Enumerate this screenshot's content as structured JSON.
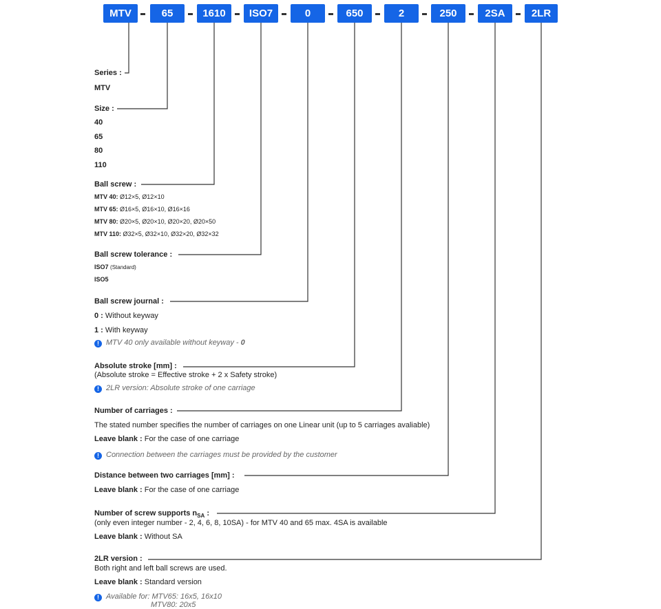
{
  "code": [
    "MTV",
    "65",
    "1610",
    "ISO7",
    "0",
    "650",
    "2",
    "250",
    "2SA",
    "2LR"
  ],
  "series": {
    "label": "Series :",
    "options": [
      "MTV"
    ]
  },
  "size": {
    "label": "Size :",
    "options": [
      "40",
      "65",
      "80",
      "110"
    ]
  },
  "ball_screw": {
    "label": "Ball screw :",
    "rows": [
      {
        "key": "MTV 40:",
        "value": "Ø12×5, Ø12×10"
      },
      {
        "key": "MTV 65:",
        "value": "Ø16×5, Ø16×10, Ø16×16"
      },
      {
        "key": "MTV 80:",
        "value": "Ø20×5, Ø20×10, Ø20×20, Ø20×50"
      },
      {
        "key": "MTV 110:",
        "value": "Ø32×5, Ø32×10, Ø32×20, Ø32×32"
      }
    ]
  },
  "tolerance": {
    "label": "Ball screw tolerance :",
    "opt1": "ISO7",
    "opt1_note": "(Standard)",
    "opt2": "ISO5"
  },
  "journal": {
    "label": "Ball screw journal :",
    "opt0_key": "0 :",
    "opt0_text": "Without keyway",
    "opt1_key": "1 :",
    "opt1_text": "With keyway",
    "note": "MTV 40 only available without keyway -",
    "note_code": "0"
  },
  "stroke": {
    "label": "Absolute stroke [mm] :",
    "formula": "(Absolute stroke = Effective stroke + 2 x Safety stroke)",
    "note": "2LR version: Absolute stroke of one carriage"
  },
  "carriages": {
    "label": "Number of carriages :",
    "text": "The stated number specifies the number of carriages on one Linear unit (up to 5 carriages avaliable)",
    "blank_key": "Leave blank :",
    "blank_text": "For the case of one carriage",
    "note": "Connection between the carriages must be provided by the customer"
  },
  "distance": {
    "label": "Distance between two carriages [mm] :",
    "blank_key": "Leave blank :",
    "blank_text": "For the case of one carriage"
  },
  "supports": {
    "label_main": "Number of screw supports n",
    "label_sub": "SA",
    "label_colon": ":",
    "text": "(only even integer number - 2, 4, 6, 8, 10SA) - for MTV 40 and 65 max. 4SA is available",
    "blank_key": "Leave blank :",
    "blank_text": "Without SA"
  },
  "lr": {
    "label": "2LR version :",
    "text": "Both right and left ball screws are used.",
    "blank_key": "Leave blank :",
    "blank_text": "Standard version",
    "note_line1": "Available for: MTV65: 16x5, 16x10",
    "note_line2": "MTV80: 20x5"
  },
  "icons": {
    "info": "info-icon"
  },
  "colors": {
    "accent": "#1565e6"
  }
}
